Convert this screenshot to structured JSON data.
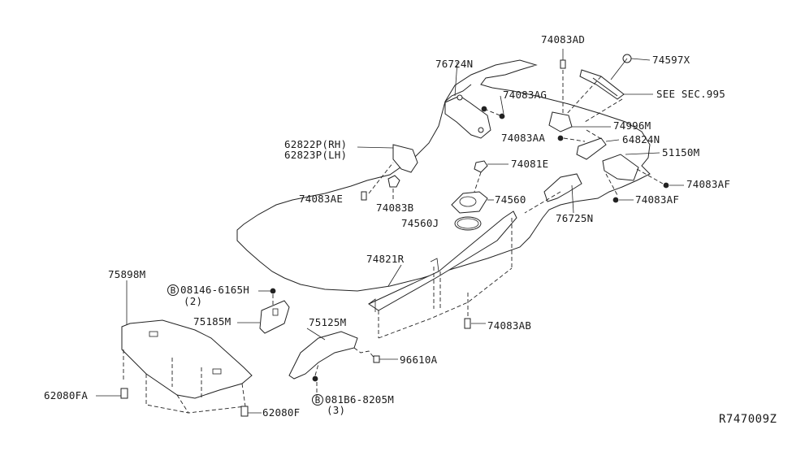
{
  "diagram": {
    "reference_code": "R747009Z",
    "bolt_symbol": "B",
    "labels": {
      "p74083AD": "74083AD",
      "p74597X": "74597X",
      "p76724N": "76724N",
      "p74083AG": "74083AG",
      "see_sec": "SEE SEC.995",
      "p74996M": "74996M",
      "p74083AA": "74083AA",
      "p64824N": "64824N",
      "p62822P": "62822P(RH)",
      "p62823P": "62823P(LH)",
      "p51150M": "51150M",
      "p74081E": "74081E",
      "p74083AF_a": "74083AF",
      "p74083AE": "74083AE",
      "p74083B": "74083B",
      "p74560": "74560",
      "p74083AF_b": "74083AF",
      "p74560J": "74560J",
      "p76725N": "76725N",
      "p74821R": "74821R",
      "p75898M": "75898M",
      "p08146": "08146-6165H",
      "qty2": "(2)",
      "p75185M": "75185M",
      "p75125M": "75125M",
      "p74083AB": "74083AB",
      "p96610A": "96610A",
      "p081B6": "081B6-8205M",
      "qty3": "(3)",
      "p62080FA": "62080FA",
      "p62080F": "62080F"
    }
  }
}
